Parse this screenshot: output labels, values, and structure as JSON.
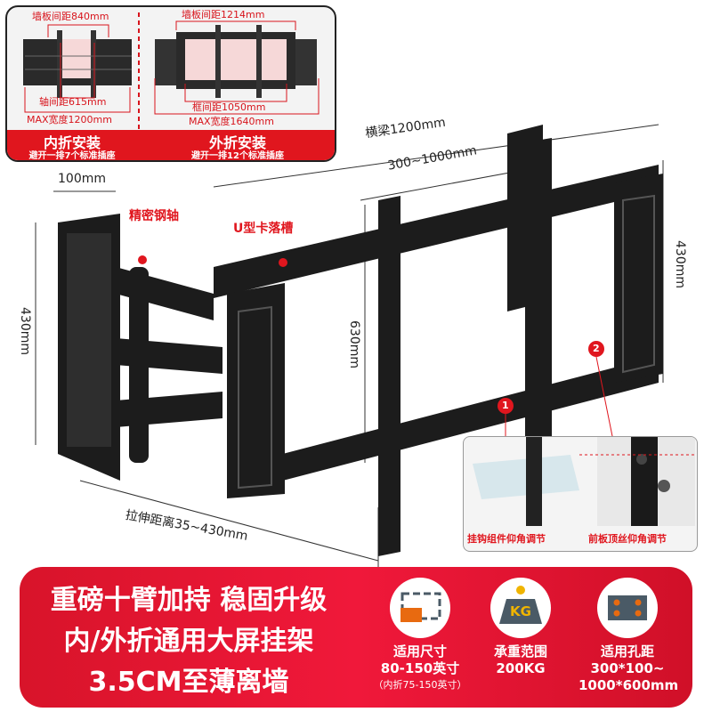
{
  "top_panel": {
    "inner": {
      "wall_plate_spacing": "墙板间距840mm",
      "axis_spacing": "轴间距615mm",
      "max_width": "MAX宽度1200mm",
      "title": "内折安装",
      "subtitle": "避开一排7个标准插座"
    },
    "outer": {
      "wall_plate_spacing": "墙板间距1214mm",
      "frame_spacing": "框间距1050mm",
      "max_width": "MAX宽度1640mm",
      "title": "外折安装",
      "subtitle": "避开一排12个标准插座"
    }
  },
  "dimensions": {
    "beam": "横梁1200mm",
    "hole_range": "300~1000mm",
    "plate_width": "100mm",
    "plate_height": "430mm",
    "arm_height": "630mm",
    "frame_height": "430mm",
    "extension": "拉伸距离35~430mm"
  },
  "callouts": {
    "steel_shaft": "精密钢轴",
    "u_slot": "U型卡落槽",
    "marker1": "1",
    "marker2": "2"
  },
  "inset": {
    "left_label": "挂钩组件仰角调节",
    "right_label": "前板顶丝仰角调节"
  },
  "banner": {
    "line1": "重磅十臂加持 稳固升级",
    "line2": "内/外折通用大屏挂架",
    "line3": "3.5CM至薄离墙",
    "features": [
      {
        "icon": "screen-size-icon",
        "title": "适用尺寸",
        "value": "80-150英寸",
        "note": "（内折75-150英寸）"
      },
      {
        "icon": "weight-kg-icon",
        "badge": "KG",
        "title": "承重范围",
        "value": "200KG"
      },
      {
        "icon": "hole-spacing-icon",
        "title": "适用孔距",
        "value": "300*100~",
        "value2": "1000*600mm"
      }
    ]
  },
  "colors": {
    "accent": "#e0161e",
    "icon_orange": "#e86a10",
    "icon_slate": "#4a5a66"
  }
}
